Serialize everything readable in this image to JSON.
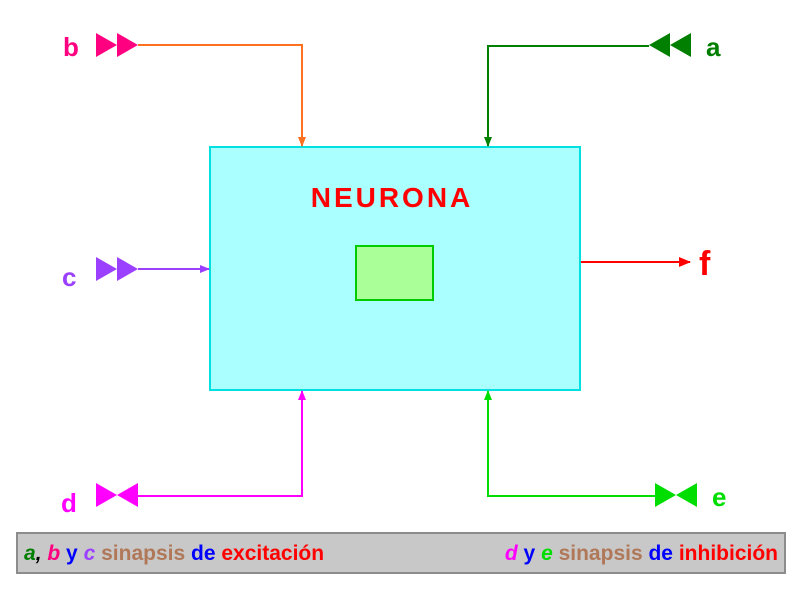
{
  "neuron": {
    "title": "NEURONA"
  },
  "inputs": {
    "a": {
      "label": "a",
      "color": "#007f00",
      "kind": "excitation"
    },
    "b": {
      "label": "b",
      "color": "#ff0080",
      "kind": "excitation"
    },
    "c": {
      "label": "c",
      "color": "#9b40ff",
      "kind": "excitation"
    },
    "d": {
      "label": "d",
      "color": "#ff00ff",
      "kind": "inhibition"
    },
    "e": {
      "label": "e",
      "color": "#00dd00",
      "kind": "inhibition"
    }
  },
  "output": {
    "label": "f",
    "color": "#ff0000"
  },
  "legend": {
    "left": {
      "a": "a",
      "comma1": ",",
      "b": "b",
      "y": "y",
      "c": "c",
      "sinapsis": "sinapsis",
      "de": "de",
      "type": "excitación"
    },
    "right": {
      "d": "d",
      "y": "y",
      "e": "e",
      "sinapsis": "sinapsis",
      "de": "de",
      "type": "inhibición"
    }
  },
  "colors": {
    "body_fill": "#aaffff",
    "body_border": "#00e0e0",
    "nucleus_fill": "#aaff99",
    "nucleus_border": "#00cc00",
    "b_line": "#ff7020",
    "a_line": "#007f00",
    "title": "#ff0000",
    "legend_bg": "#c8c8c8",
    "word_color": "#b07858",
    "de_color": "#0000ff"
  }
}
